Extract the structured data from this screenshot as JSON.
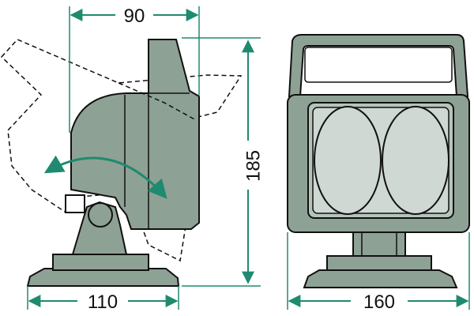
{
  "colors": {
    "dimension": "#1f8a6f",
    "body_fill": "#8ea195",
    "body_stroke": "#111111",
    "lens_fill": "#cfd8d3",
    "lens_frame": "#b4c4bb",
    "dashed": "#111111",
    "text": "#111111"
  },
  "dimensions": {
    "top_width": "90",
    "height": "185",
    "base_width_side": "110",
    "base_width_front": "160"
  },
  "icons": {
    "rotation": "curved-double-arrow-icon"
  }
}
